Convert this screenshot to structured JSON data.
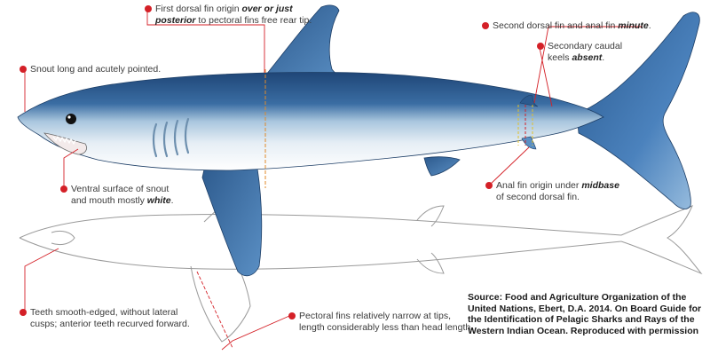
{
  "colors": {
    "back": "#2b5a8f",
    "flank": "#a9c6de",
    "belly": "#f4f7fa",
    "marker": "#d42027",
    "guide": "#e08a2a",
    "outline": "#9a9a9a"
  },
  "annotations": {
    "first_dorsal": {
      "line1_a": "First dorsal fin origin ",
      "line1_b": "over or just",
      "line2_a": "posterior",
      "line2_b": " to pectoral fins free rear tip."
    },
    "second_dorsal": {
      "a": "Second dorsal fin and anal fin ",
      "b": "minute",
      "c": "."
    },
    "caudal_keels": {
      "line1": "Secondary caudal",
      "line2_a": "keels ",
      "line2_b": "absent",
      "line2_c": "."
    },
    "snout": {
      "text": "Snout long and acutely pointed."
    },
    "ventral": {
      "line1": "Ventral surface of snout",
      "line2_a": "and mouth mostly ",
      "line2_b": "white",
      "line2_c": "."
    },
    "anal_fin": {
      "line1_a": "Anal fin origin under ",
      "line1_b": "midbase",
      "line2": "of second dorsal fin."
    },
    "teeth": {
      "line1": "Teeth smooth-edged, without lateral",
      "line2": "cusps; anterior teeth recurved forward."
    },
    "pectoral": {
      "line1": "Pectoral fins relatively narrow at tips,",
      "line2": "length considerably less than head length."
    }
  },
  "source": {
    "line1": "Source: Food and Agriculture Organization of the",
    "line2": "United Nations, Ebert, D.A. 2014. On Board Guide for",
    "line3": "the Identification of Pelagic Sharks and Rays of the",
    "line4": "Western Indian Ocean. Reproduced with permission"
  }
}
